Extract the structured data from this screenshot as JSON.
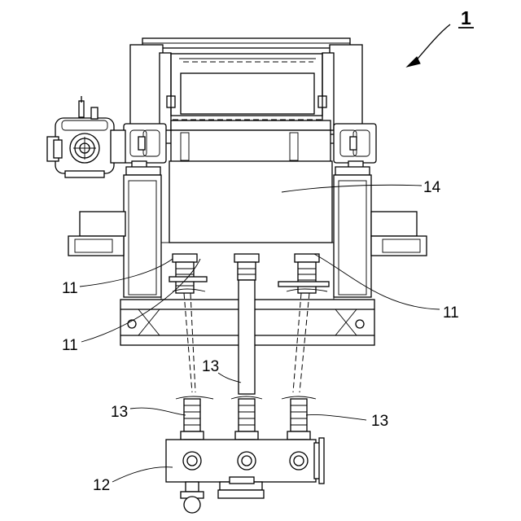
{
  "figure": {
    "main_label": "1",
    "labels": {
      "l14": "14",
      "l11_left_upper": "11",
      "l11_left_lower": "11",
      "l11_right": "11",
      "l13_middle": "13",
      "l13_left": "13",
      "l13_right": "13",
      "l12": "12"
    }
  }
}
